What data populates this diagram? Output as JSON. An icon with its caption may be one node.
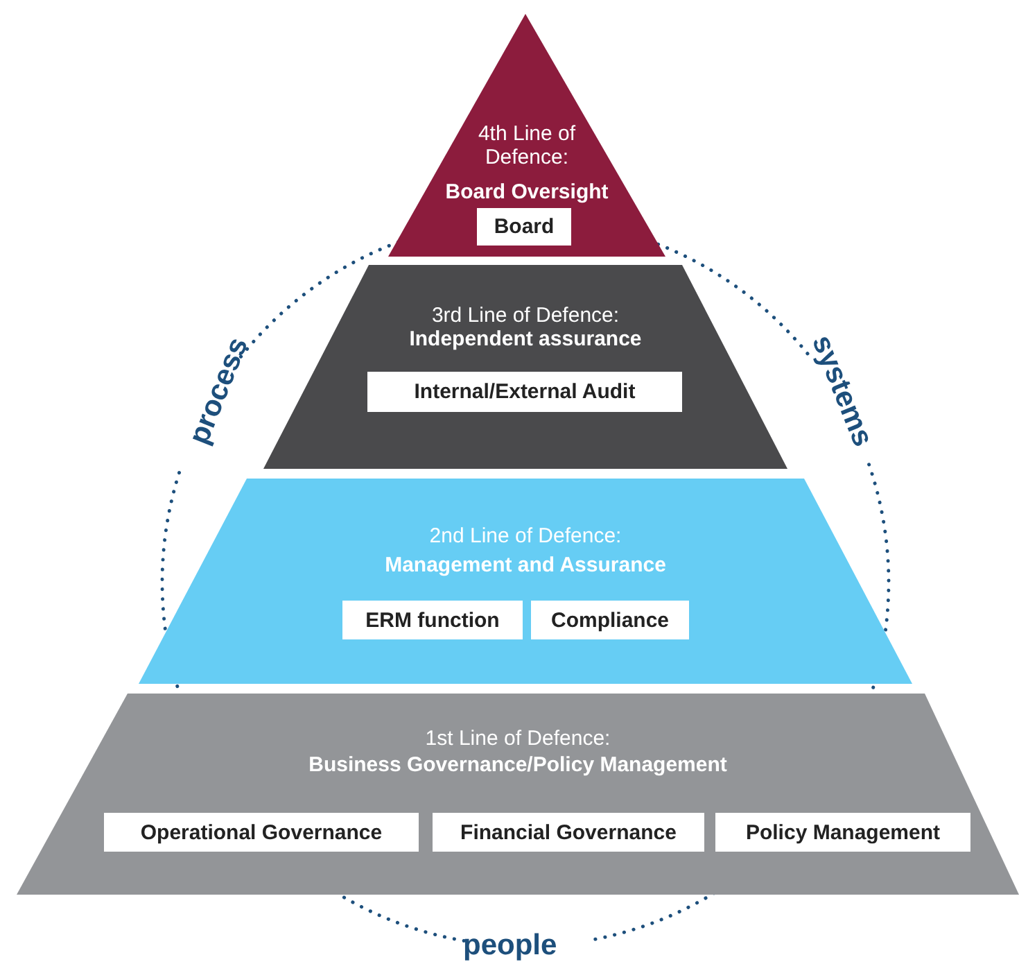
{
  "diagram": {
    "nodes": [
      {
        "text": [
          "4th Line of Defence:",
          "Board Oversight"
        ]
      },
      {
        "text": [
          "Board"
        ],
        "in": 0
      },
      {
        "text": [
          "3rd Line of Defence:",
          "Independent assurance"
        ]
      },
      {
        "text": [
          "Internal/External Audit"
        ],
        "in": 2
      },
      {
        "text": [
          "2nd Line of Defence:",
          "Management and Assurance"
        ]
      },
      {
        "text": [
          "ERM function"
        ],
        "in": 4
      },
      {
        "text": [
          "Compliance"
        ],
        "in": 4
      },
      {
        "text": [
          "1st Line of Defence:",
          "Business Governance/Policy Management"
        ]
      },
      {
        "text": [
          "Operational Governance"
        ],
        "in": 7
      },
      {
        "text": [
          "Financial Governance"
        ],
        "in": 7
      },
      {
        "text": [
          "Policy Management"
        ],
        "in": 7
      }
    ],
    "labels": [
      "process",
      "systems",
      "people"
    ]
  }
}
